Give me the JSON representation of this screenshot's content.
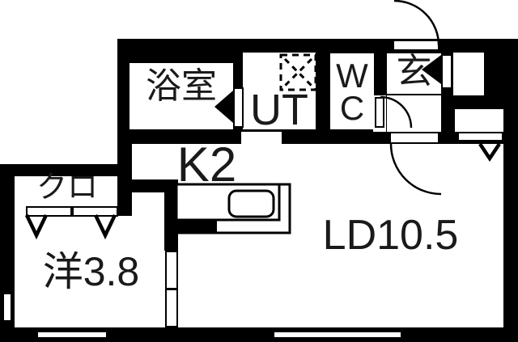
{
  "plan_title": "apartment-floor-plan",
  "labels": {
    "bath": "浴室",
    "utility": "UT",
    "toilet_w": "W",
    "toilet_c": "C",
    "entrance": "玄",
    "kitchen": "K2",
    "closet": "クロ",
    "western_room": "洋3.8",
    "living_dining": "LD10.5"
  },
  "colors": {
    "wall": "#000000",
    "floor": "#ffffff",
    "text": "#1a1a1a"
  }
}
